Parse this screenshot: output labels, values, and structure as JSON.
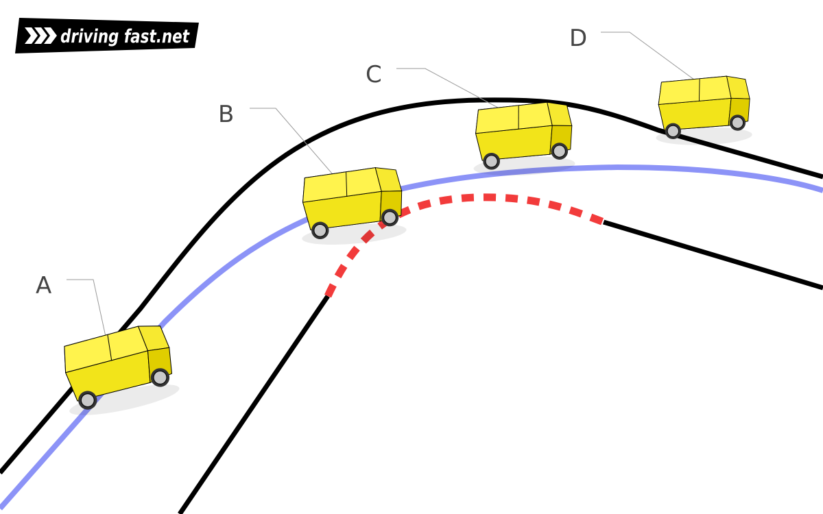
{
  "logo": {
    "text": "driving fast.net",
    "icon": "triple-chevron-icon"
  },
  "cars": [
    {
      "id": "a",
      "label": "A"
    },
    {
      "id": "b",
      "label": "B"
    },
    {
      "id": "c",
      "label": "C"
    },
    {
      "id": "d",
      "label": "D"
    }
  ],
  "colors": {
    "track_edge": "#000000",
    "racing_line": "#8c93f7",
    "curb_red": "#f23b3b",
    "curb_white": "#ffffff",
    "car_body": "#f2e41a",
    "car_top": "#fff34d",
    "car_side": "#d9c700",
    "wheel": "#c9c9c9",
    "label_text": "#444444",
    "leader_line": "#999999",
    "logo_bg": "#000000",
    "logo_text": "#ffffff"
  }
}
